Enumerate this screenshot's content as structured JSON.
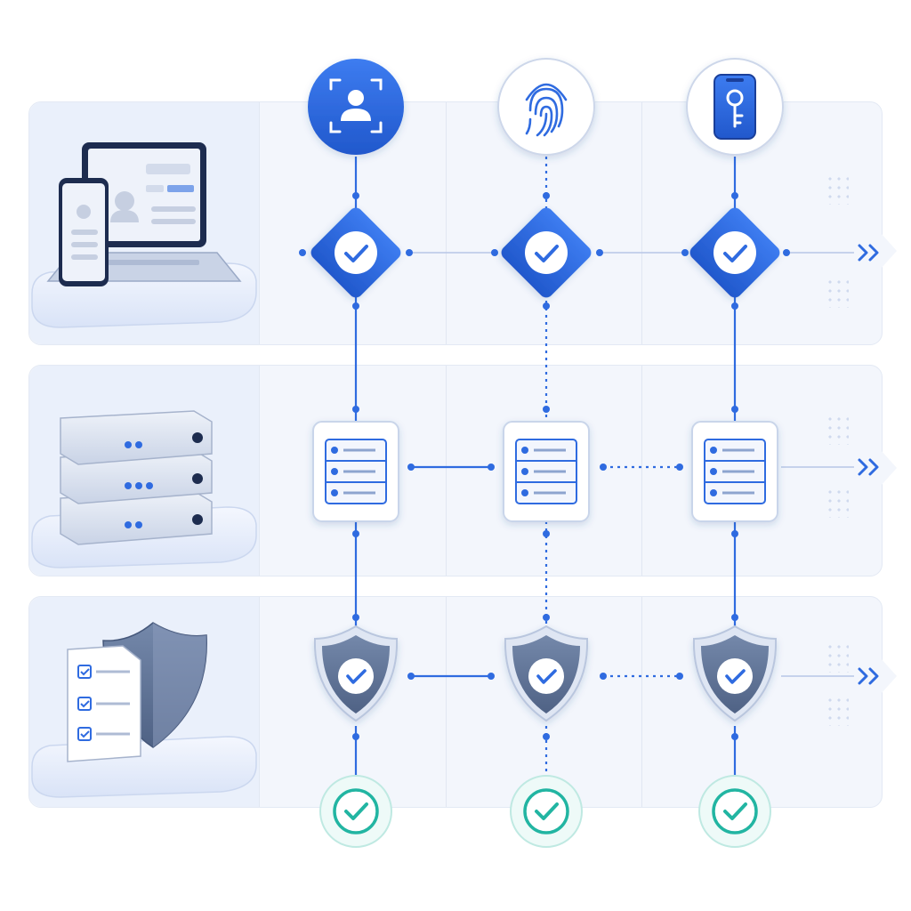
{
  "diagram": {
    "stages": [
      "face-recognition",
      "fingerprint",
      "phone-key"
    ],
    "rows": [
      "devices",
      "servers",
      "security-policies"
    ],
    "colors": {
      "primary": "#2f6be0",
      "primary_dark": "#1f55c8",
      "shield": "#5f7395",
      "teal": "#22b5a2",
      "line": "#2f6be0",
      "band": "#f3f6fc"
    },
    "icons": {
      "stage_top": [
        "face-id-icon",
        "fingerprint-icon",
        "phone-key-icon"
      ],
      "row_illustrations": [
        "laptop-phone-icon",
        "server-stack-icon",
        "checklist-shield-icon"
      ],
      "row_nodes": [
        "check-diamond-icon",
        "server-list-icon",
        "shield-check-icon"
      ],
      "final": "teal-check-icon",
      "continue": "double-chevron-right-icon"
    }
  }
}
